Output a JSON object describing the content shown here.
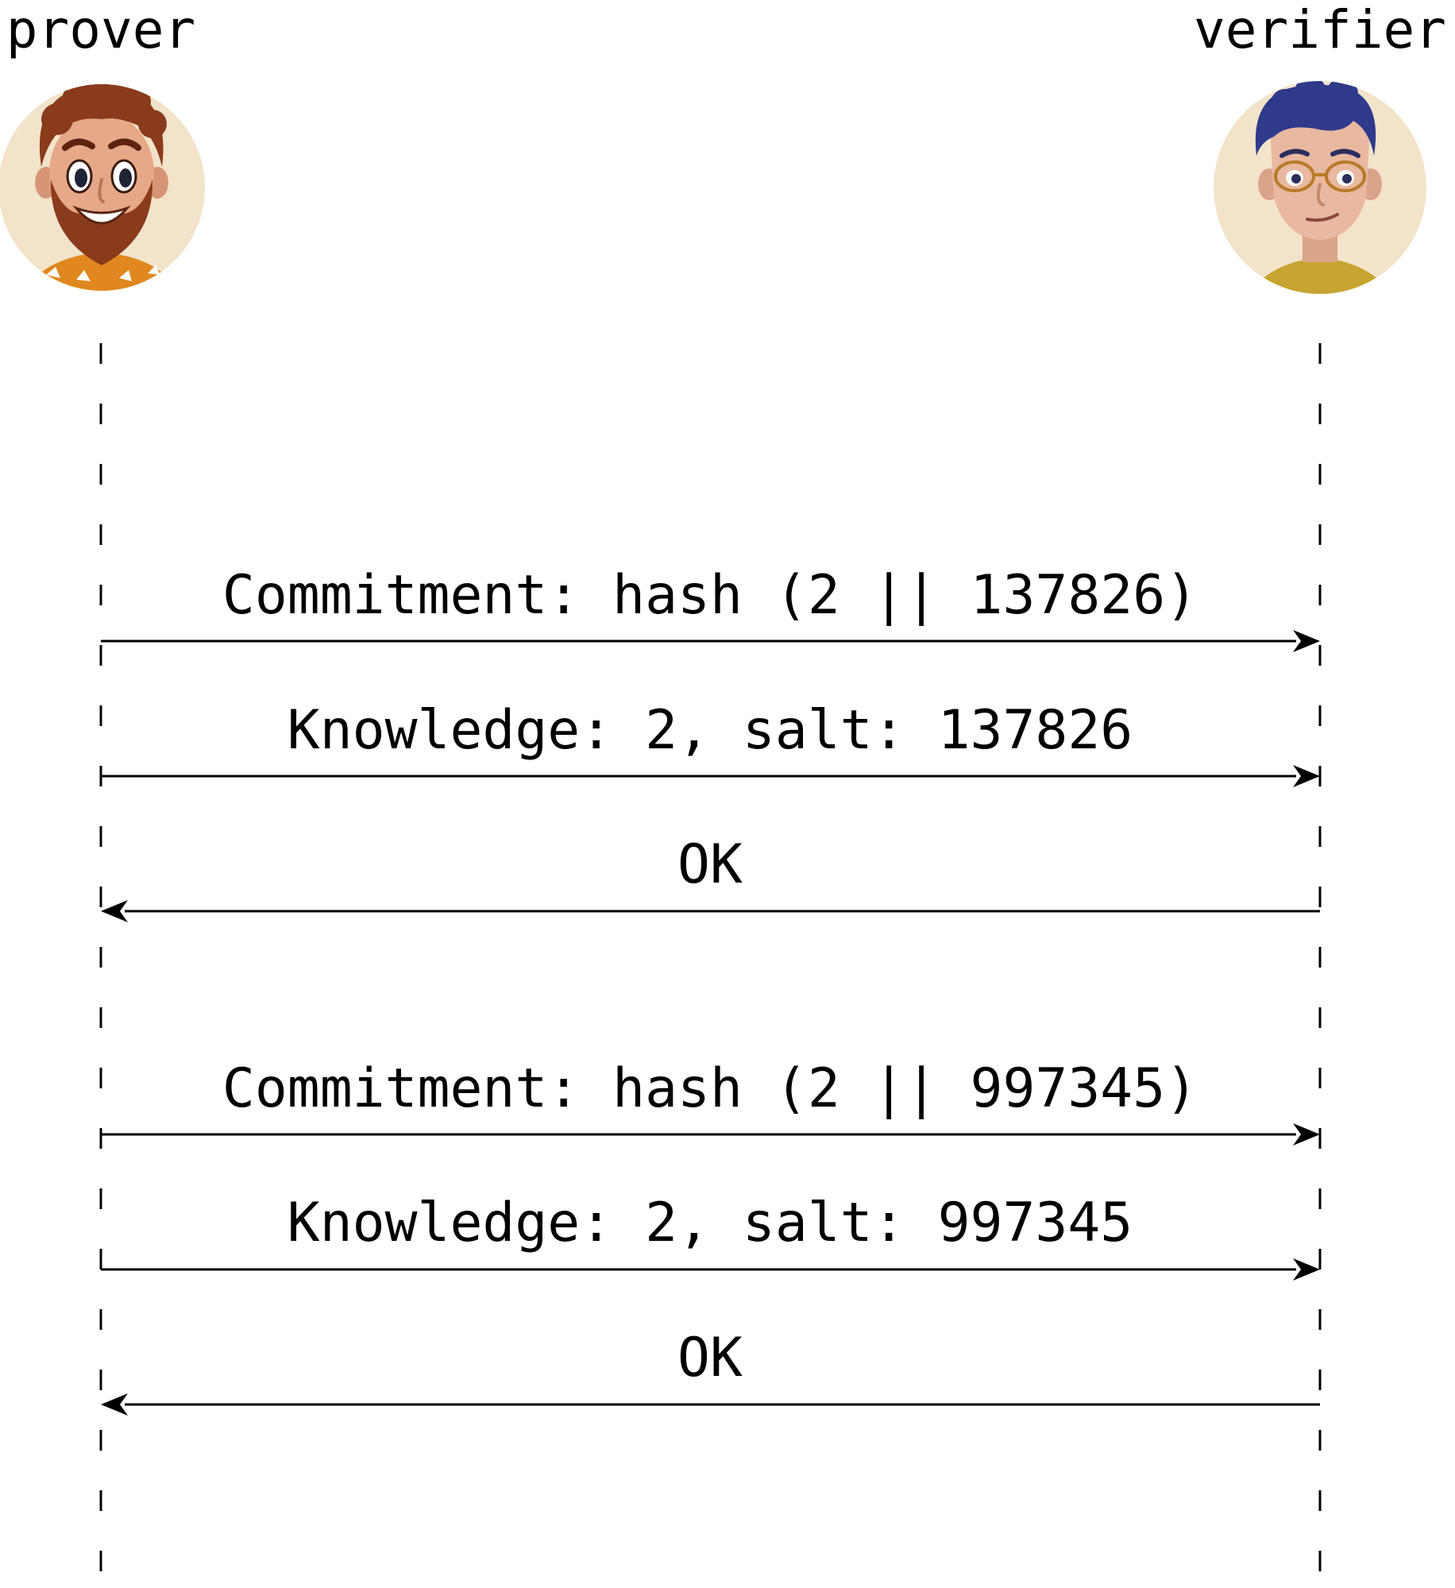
{
  "participants": [
    {
      "id": "prover",
      "label": "prover",
      "avatar_icon": "bearded-man-avatar-icon"
    },
    {
      "id": "verifier",
      "label": "verifier",
      "avatar_icon": "man-with-glasses-avatar-icon"
    }
  ],
  "messages": [
    {
      "from": "prover",
      "to": "verifier",
      "label": "Commitment: hash (2 || 137826)"
    },
    {
      "from": "prover",
      "to": "verifier",
      "label": "Knowledge: 2, salt: 137826"
    },
    {
      "from": "verifier",
      "to": "prover",
      "label": "OK"
    },
    {
      "from": "prover",
      "to": "verifier",
      "label": "Commitment: hash (2 || 997345)"
    },
    {
      "from": "prover",
      "to": "verifier",
      "label": "Knowledge: 2, salt: 997345"
    },
    {
      "from": "verifier",
      "to": "prover",
      "label": "OK"
    }
  ],
  "colors": {
    "avatar_background": "#f3e3cb",
    "line": "#000000"
  }
}
